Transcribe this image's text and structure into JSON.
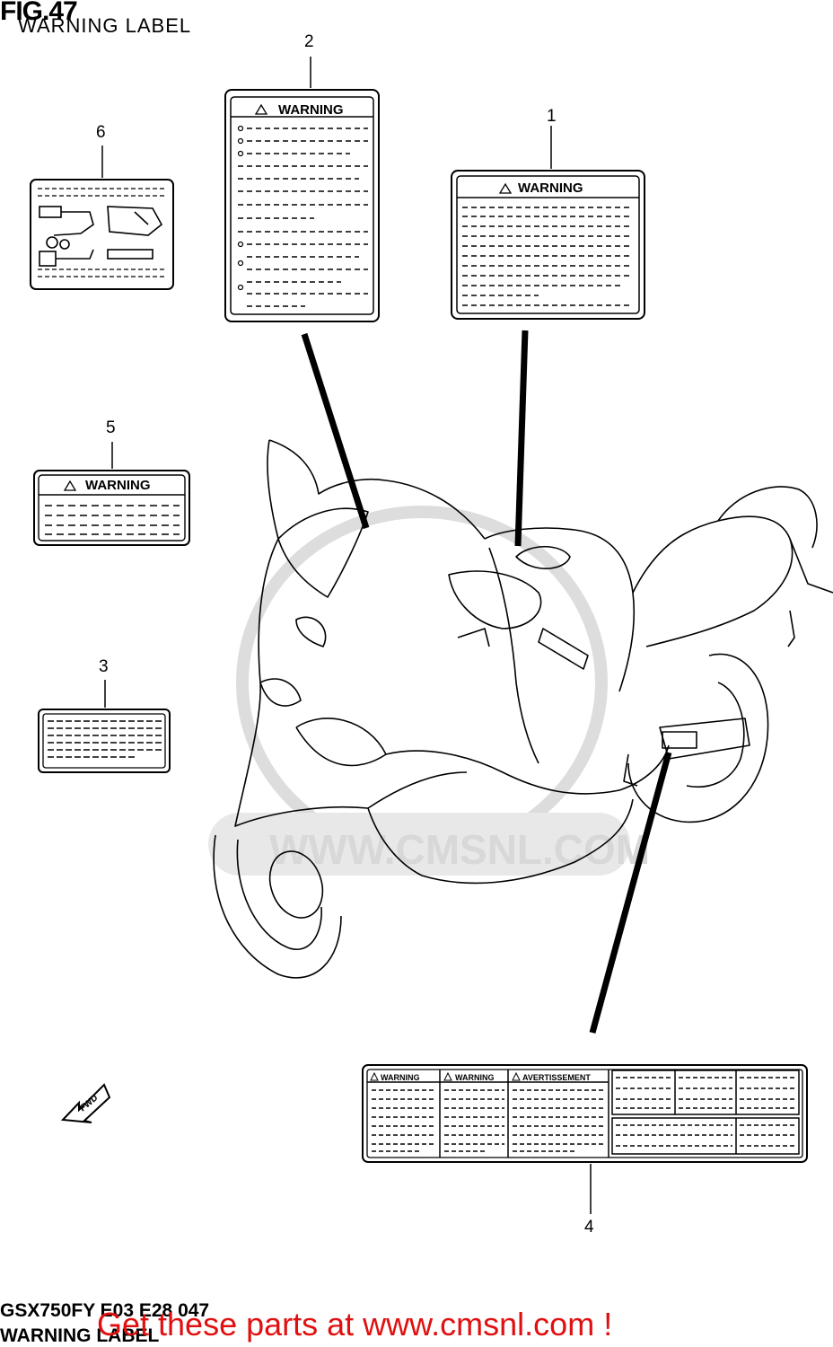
{
  "figure": {
    "number": "FIG.47",
    "title": "WARNING LABEL"
  },
  "parts": [
    {
      "ref": "1",
      "label_heading": "WARNING"
    },
    {
      "ref": "2",
      "label_heading": "WARNING"
    },
    {
      "ref": "3",
      "label_heading": ""
    },
    {
      "ref": "4",
      "label_headings": [
        "WARNING",
        "WARNING",
        "AVERTISSEMENT"
      ]
    },
    {
      "ref": "5",
      "label_heading": "WARNING"
    },
    {
      "ref": "6",
      "label_heading": ""
    }
  ],
  "direction_marker": "FWD",
  "watermark": "WWW.CMSNL.COM",
  "footer": {
    "model_code": "GSX750FY E03 E28 047",
    "label": "WARNING LABEL"
  },
  "promo": "Get these parts at www.cmsnl.com !",
  "colors": {
    "promo": "#e01010",
    "line": "#000000",
    "watermark": "#d4d4d4"
  }
}
